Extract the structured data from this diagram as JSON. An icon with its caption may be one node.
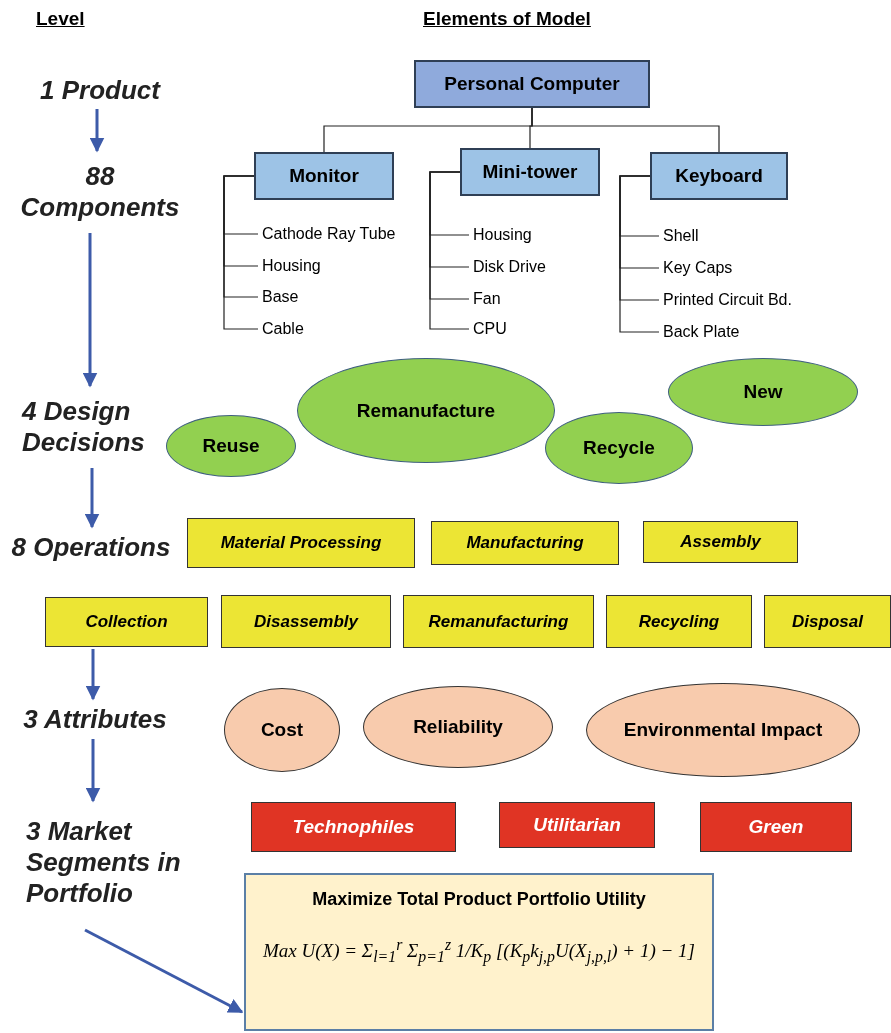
{
  "diagram": {
    "nodes": [
      {
        "text": [
          "1 Product"
        ]
      },
      {
        "text": [
          "88 Components"
        ]
      },
      {
        "text": [
          "4 Design Decisions"
        ]
      },
      {
        "text": [
          "8 Operations"
        ]
      },
      {
        "text": [
          "3 Attributes"
        ]
      },
      {
        "text": [
          "3 Market Segments in Portfolio"
        ]
      },
      {
        "text": [
          "Personal Computer"
        ]
      },
      {
        "text": [
          "Monitor"
        ]
      },
      {
        "text": [
          "Mini-tower"
        ]
      },
      {
        "text": [
          "Keyboard"
        ]
      },
      {
        "text": [
          "Cathode Ray Tube"
        ]
      },
      {
        "text": [
          "Housing"
        ]
      },
      {
        "text": [
          "Base"
        ]
      },
      {
        "text": [
          "Cable"
        ]
      },
      {
        "text": [
          "Housing"
        ]
      },
      {
        "text": [
          "Disk Drive"
        ]
      },
      {
        "text": [
          "Fan"
        ]
      },
      {
        "text": [
          "CPU"
        ]
      },
      {
        "text": [
          "Shell"
        ]
      },
      {
        "text": [
          "Key Caps"
        ]
      },
      {
        "text": [
          "Printed Circuit Bd."
        ]
      },
      {
        "text": [
          "Back Plate"
        ]
      },
      {
        "text": [
          "Reuse"
        ]
      },
      {
        "text": [
          "Remanufacture"
        ]
      },
      {
        "text": [
          "Recycle"
        ]
      },
      {
        "text": [
          "New"
        ]
      },
      {
        "text": [
          "Material Processing"
        ]
      },
      {
        "text": [
          "Manufacturing"
        ]
      },
      {
        "text": [
          "Assembly"
        ]
      },
      {
        "text": [
          "Collection"
        ]
      },
      {
        "text": [
          "Disassembly"
        ]
      },
      {
        "text": [
          "Remanufacturing"
        ]
      },
      {
        "text": [
          "Recycling"
        ]
      },
      {
        "text": [
          "Disposal"
        ]
      },
      {
        "text": [
          "Cost"
        ]
      },
      {
        "text": [
          "Reliability"
        ]
      },
      {
        "text": [
          "Environmental Impact"
        ]
      },
      {
        "text": [
          "Technophiles"
        ]
      },
      {
        "text": [
          "Utilitarian"
        ]
      },
      {
        "text": [
          "Green"
        ]
      },
      {
        "text": [
          "Maximize Total Product Portfolio Utility",
          "Max U(X) = Σ$_{l=1}$$^{r}$ Σ$_{p=1}$$^{z}$ 1/K$_{p}$ [(K$_{p}$k$_{j,p}$U(X$_{j,p,l}$) + 1) − 1]"
        ]
      }
    ],
    "edges": [
      {
        "from": 6,
        "to": 7,
        "arrow": "none"
      },
      {
        "from": 6,
        "to": 8,
        "arrow": "none"
      },
      {
        "from": 6,
        "to": 9,
        "arrow": "none"
      },
      {
        "from": 7,
        "to": 10,
        "arrow": "none"
      },
      {
        "from": 7,
        "to": 11,
        "arrow": "none"
      },
      {
        "from": 7,
        "to": 12,
        "arrow": "none"
      },
      {
        "from": 7,
        "to": 13,
        "arrow": "none"
      },
      {
        "from": 8,
        "to": 14,
        "arrow": "none"
      },
      {
        "from": 8,
        "to": 15,
        "arrow": "none"
      },
      {
        "from": 8,
        "to": 16,
        "arrow": "none"
      },
      {
        "from": 8,
        "to": 17,
        "arrow": "none"
      },
      {
        "from": 9,
        "to": 18,
        "arrow": "none"
      },
      {
        "from": 9,
        "to": 19,
        "arrow": "none"
      },
      {
        "from": 9,
        "to": 20,
        "arrow": "none"
      },
      {
        "from": 9,
        "to": 21,
        "arrow": "none"
      },
      {
        "from": 0,
        "to": 1,
        "arrow": "to",
        "style": "thick",
        "color": "#3d5ba9"
      },
      {
        "from": 1,
        "to": 2,
        "arrow": "to",
        "style": "thick",
        "color": "#3d5ba9"
      },
      {
        "from": 2,
        "to": 3,
        "arrow": "to",
        "style": "thick",
        "color": "#3d5ba9"
      },
      {
        "from": 29,
        "to": 4,
        "arrow": "to",
        "style": "thick",
        "color": "#3d5ba9"
      },
      {
        "from": 4,
        "to": 5,
        "arrow": "to",
        "style": "thick",
        "color": "#3d5ba9"
      },
      {
        "from": 5,
        "to": 40,
        "arrow": "to",
        "style": "thick",
        "color": "#3d5ba9"
      }
    ],
    "labels": [
      "Level",
      "Elements of Model"
    ]
  }
}
